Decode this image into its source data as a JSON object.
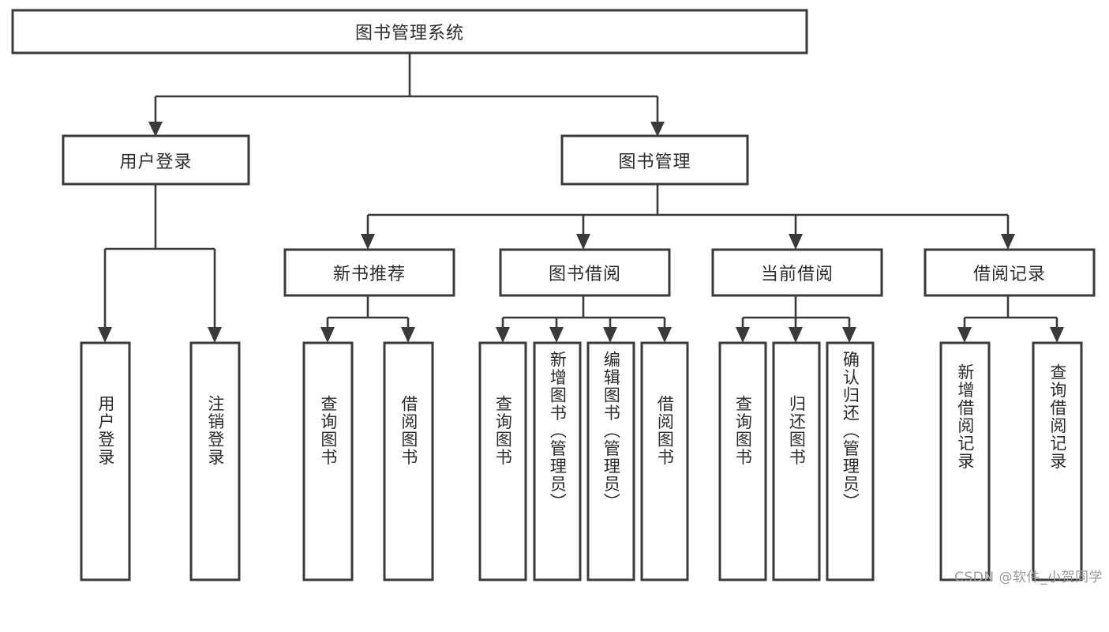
{
  "diagram": {
    "type": "hierarchy-tree",
    "title": "图书管理系统",
    "watermark": "CSDN @软件_小贺同学",
    "colors": {
      "background": "#ffffff",
      "box_border": "#3a3a3a",
      "box_fill": "#ffffff",
      "text": "#2b2b2b",
      "connector": "#3a3a3a",
      "watermark": "#9a9a9a"
    },
    "levels": {
      "level1": [
        {
          "id": "root",
          "label": "图书管理系统"
        }
      ],
      "level2": [
        {
          "id": "user-login",
          "label": "用户登录"
        },
        {
          "id": "book-management",
          "label": "图书管理"
        }
      ],
      "level3": [
        {
          "id": "new-book-recommend",
          "label": "新书推荐"
        },
        {
          "id": "book-borrow",
          "label": "图书借阅"
        },
        {
          "id": "current-borrow",
          "label": "当前借阅"
        },
        {
          "id": "borrow-record",
          "label": "借阅记录"
        }
      ],
      "level4": [
        {
          "id": "leaf-user-login",
          "label": "用户登录",
          "parent": "user-login"
        },
        {
          "id": "leaf-logout-login",
          "label": "注销登录",
          "parent": "user-login"
        },
        {
          "id": "leaf-query-book-1",
          "label": "查询图书",
          "parent": "new-book-recommend"
        },
        {
          "id": "leaf-borrow-book-1",
          "label": "借阅图书",
          "parent": "new-book-recommend"
        },
        {
          "id": "leaf-query-book-2",
          "label": "查询图书",
          "parent": "book-borrow"
        },
        {
          "id": "leaf-add-book",
          "label": "新增图书（管理员）",
          "parent": "book-borrow"
        },
        {
          "id": "leaf-edit-book",
          "label": "编辑图书（管理员）",
          "parent": "book-borrow"
        },
        {
          "id": "leaf-borrow-book-2",
          "label": "借阅图书",
          "parent": "book-borrow"
        },
        {
          "id": "leaf-query-book-3",
          "label": "查询图书",
          "parent": "current-borrow"
        },
        {
          "id": "leaf-return-book",
          "label": "归还图书",
          "parent": "current-borrow"
        },
        {
          "id": "leaf-confirm-return",
          "label": "确认归还（管理员）",
          "parent": "current-borrow"
        },
        {
          "id": "leaf-add-record",
          "label": "新增借阅记录",
          "parent": "borrow-record"
        },
        {
          "id": "leaf-query-record",
          "label": "查询借阅记录",
          "parent": "borrow-record"
        }
      ]
    }
  }
}
